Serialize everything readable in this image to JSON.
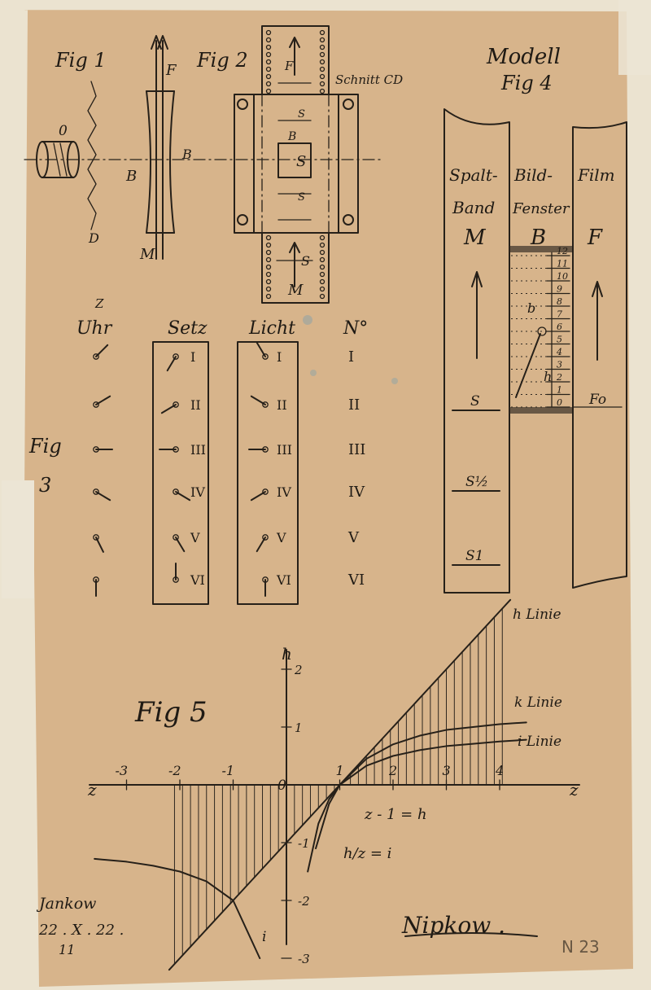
{
  "fig1": {
    "title": "Fig 1",
    "labels": [
      "0",
      "B",
      "F",
      "M",
      "D"
    ]
  },
  "fig2": {
    "title": "Fig 2",
    "annotation": "Schnitt CD",
    "labels": [
      "F",
      "S",
      "B",
      "S",
      "S",
      "S",
      "M"
    ]
  },
  "fig3": {
    "title_line1": "Fig",
    "title_line2": "3",
    "z_label": "Z",
    "col_uhr": "Uhr",
    "col_setz": "Setz",
    "col_licht": "Licht",
    "col_no": "N°",
    "numerals": [
      "I",
      "II",
      "III",
      "IV",
      "V",
      "VI"
    ]
  },
  "fig4": {
    "title_line1": "Modell",
    "title_line2": "Fig 4",
    "band_header": [
      "Spalt-",
      "Band",
      "M"
    ],
    "window_header": [
      "Bild-",
      "Fenster",
      "B"
    ],
    "film_header": [
      "Film",
      "F"
    ],
    "slot_labels": [
      "S",
      "S½",
      "S1"
    ],
    "scale": [
      "12",
      "11",
      "10",
      "9",
      "8",
      "7",
      "6",
      "5",
      "4",
      "3",
      "2",
      "1",
      "0"
    ],
    "fo_label": "Fo",
    "window_marks": [
      "b",
      "h"
    ]
  },
  "fig5": {
    "title": "Fig 5",
    "x_label": "z",
    "y_label": "h",
    "x_ticks": [
      "-3",
      "-2",
      "-1",
      "0",
      "1",
      "2",
      "3",
      "4"
    ],
    "y_ticks": [
      "2",
      "1",
      "-1",
      "-2",
      "-3"
    ],
    "curve_labels": {
      "h": "h Linie",
      "k": "k Linie",
      "i": "i Linie",
      "i_lower": "i"
    },
    "equations": [
      "z - 1 = h",
      "h/z = i"
    ]
  },
  "footer": {
    "place": "Jankow",
    "date": "22 . X . 22 .",
    "number": "11",
    "signature": "Nipkow .",
    "stamp": "N 23"
  },
  "chart_data": {
    "type": "line",
    "title": "Fig 5",
    "xlabel": "z",
    "ylabel": "h",
    "xlim": [
      -3.5,
      5.3
    ],
    "ylim": [
      -3.2,
      2.4
    ],
    "series": [
      {
        "name": "h Linie",
        "x": [
          -2.2,
          -1,
          0,
          1,
          2,
          3,
          4,
          4.2
        ],
        "y": [
          -3.2,
          -2,
          -1,
          0,
          1,
          2,
          3,
          3.2
        ]
      },
      {
        "name": "k Linie",
        "x": [
          0.55,
          0.8,
          1,
          1.5,
          2,
          2.5,
          3,
          3.5,
          4,
          4.5
        ],
        "y": [
          -1.1,
          -0.33,
          0,
          0.45,
          0.7,
          0.85,
          0.95,
          1.0,
          1.05,
          1.08
        ]
      },
      {
        "name": "i Linie",
        "x": [
          0.4,
          0.6,
          0.8,
          1,
          1.5,
          2,
          2.5,
          3,
          3.5,
          4,
          4.5
        ],
        "y": [
          -1.5,
          -0.67,
          -0.25,
          0,
          0.33,
          0.5,
          0.6,
          0.67,
          0.71,
          0.75,
          0.78
        ]
      },
      {
        "name": "i",
        "x": [
          -3.6,
          -3,
          -2.5,
          -2,
          -1.5,
          -1,
          -0.5
        ],
        "y": [
          -1.28,
          -1.33,
          -1.4,
          -1.5,
          -1.67,
          -2.0,
          -3.0
        ]
      }
    ]
  }
}
